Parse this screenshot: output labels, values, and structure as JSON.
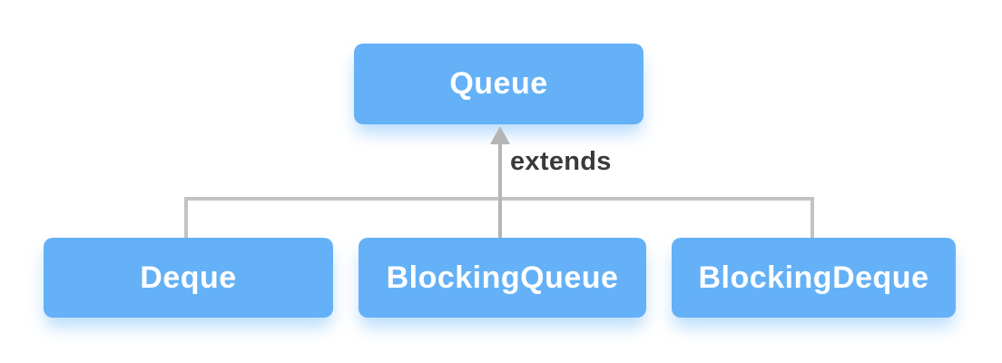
{
  "diagram": {
    "type": "inheritance",
    "parent": {
      "label": "Queue"
    },
    "relation": {
      "label": "extends"
    },
    "children": [
      {
        "label": "Deque"
      },
      {
        "label": "BlockingQueue"
      },
      {
        "label": "BlockingDeque"
      }
    ]
  },
  "colors": {
    "background": "#ffffff",
    "node_fill": "#64b1f7",
    "node_text": "#ffffff",
    "connector": "#c3c3c3",
    "arrow": "#b5b5b5",
    "label_text": "#3a3a3a"
  }
}
